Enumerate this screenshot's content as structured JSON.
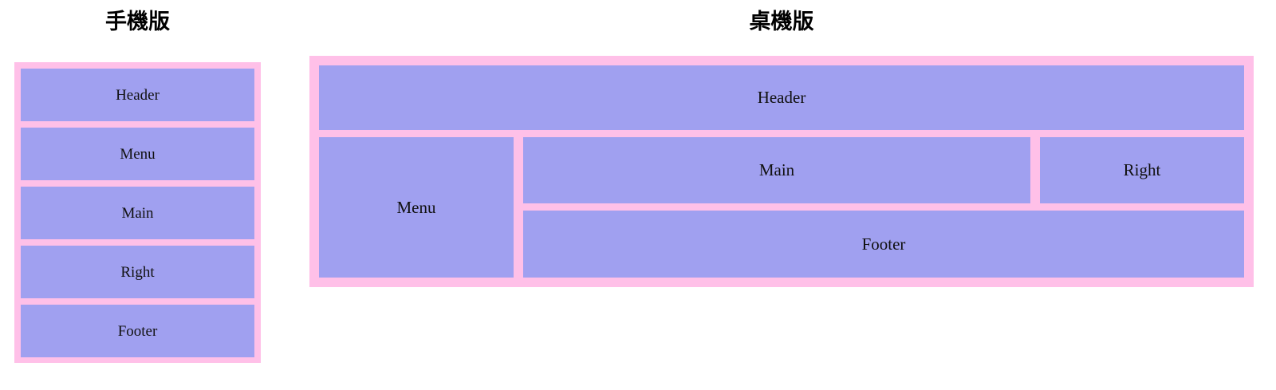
{
  "colors": {
    "frame": "#ffc0e8",
    "cell": "#a0a0f0",
    "text": "#111111",
    "title": "#000000",
    "background": "#ffffff"
  },
  "diagrams": [
    {
      "id": "mobile",
      "title": "手機版",
      "cells": [
        {
          "id": "m-header",
          "label": "Header"
        },
        {
          "id": "m-menu",
          "label": "Menu"
        },
        {
          "id": "m-main",
          "label": "Main"
        },
        {
          "id": "m-right",
          "label": "Right"
        },
        {
          "id": "m-footer",
          "label": "Footer"
        }
      ]
    },
    {
      "id": "desktop",
      "title": "桌機版",
      "cells": [
        {
          "id": "d-header",
          "label": "Header"
        },
        {
          "id": "d-menu",
          "label": "Menu"
        },
        {
          "id": "d-main",
          "label": "Main"
        },
        {
          "id": "d-right",
          "label": "Right"
        },
        {
          "id": "d-footer",
          "label": "Footer"
        }
      ]
    }
  ]
}
